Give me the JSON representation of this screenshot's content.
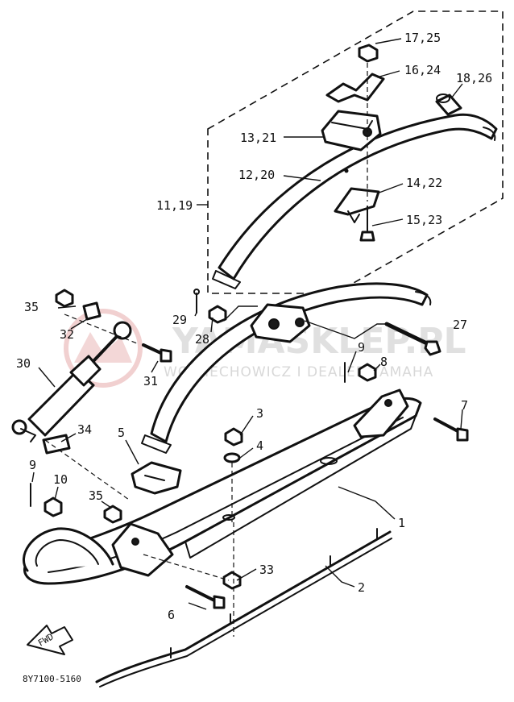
{
  "diagram": {
    "drawing_code": "8Y7100-5160",
    "fwd_label": "FWD",
    "watermark": {
      "brand": "YAMASKLEP.PL",
      "subtitle": "WOJCIECHOWICZ I DEALER YAMAHA"
    },
    "callouts": {
      "c1": "1",
      "c2": "2",
      "c3": "3",
      "c4": "4",
      "c5": "5",
      "c6": "6",
      "c7": "7",
      "c8": "8",
      "c9a": "9",
      "c9b": "9",
      "c10": "10",
      "c1119": "11,19",
      "c1220": "12,20",
      "c1321": "13,21",
      "c1422": "14,22",
      "c1523": "15,23",
      "c1624": "16,24",
      "c1725": "17,25",
      "c1826": "18,26",
      "c27": "27",
      "c28": "28",
      "c29": "29",
      "c30": "30",
      "c31": "31",
      "c32": "32",
      "c33": "33",
      "c34": "34",
      "c35a": "35",
      "c35b": "35"
    }
  }
}
